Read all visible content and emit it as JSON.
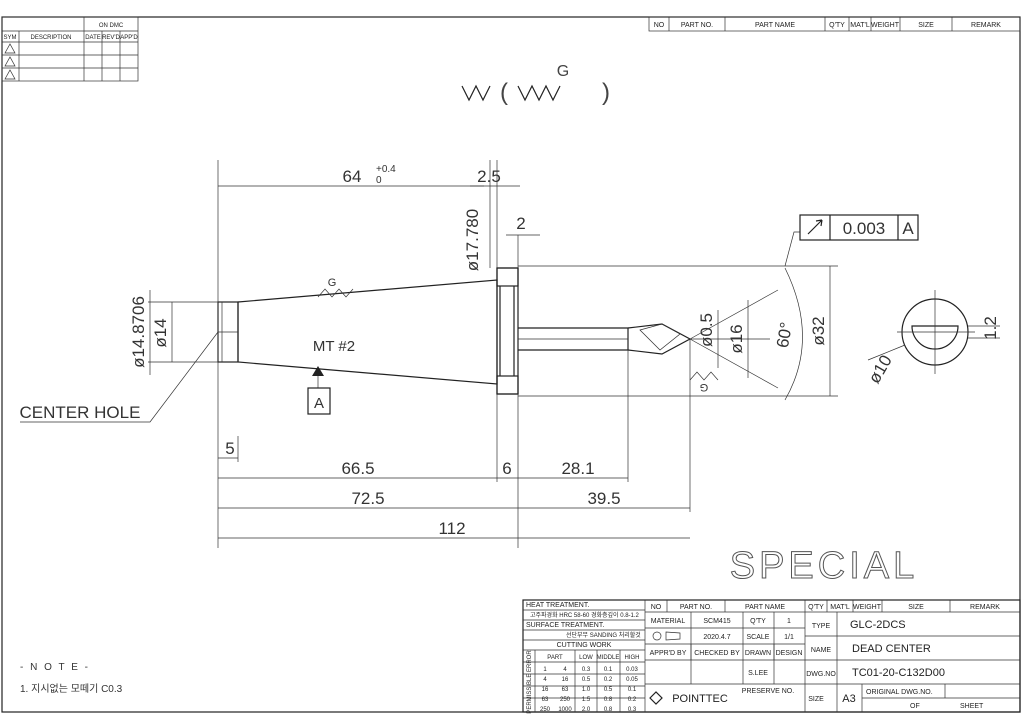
{
  "rev_table": {
    "header": "ON DMC",
    "cols": [
      "SYM",
      "DESCRIPTION",
      "DATE",
      "REV'D",
      "APP'D"
    ]
  },
  "parts_header_top": {
    "cols": [
      "NO",
      "PART NO.",
      "PART NAME",
      "Q'TY",
      "MAT'L",
      "WEIGHT",
      "SIZE",
      "REMARK"
    ]
  },
  "surface_finish": {
    "left": "▽▽( ▽▽▽ )",
    "label": "G"
  },
  "dims": {
    "d64": "64",
    "d64_tol_plus": "+0.4",
    "d64_tol_minus": "0",
    "d2_5": "2.5",
    "d17_780": "ø17.780",
    "d2": "2",
    "d14_8706": "ø14.8706",
    "d14": "ø14",
    "dG_finish": "G",
    "mt_label": "MT #2",
    "datum_a": "A",
    "center_hole": "CENTER HOLE",
    "d5": "5",
    "d66_5": "66.5",
    "d6": "6",
    "d28_1": "28.1",
    "d72_5": "72.5",
    "d39_5": "39.5",
    "d112": "112",
    "d0_5": "ø0.5",
    "d16": "ø16",
    "d60": "60°",
    "d32": "ø32",
    "runout_value": "0.003",
    "runout_datum": "A",
    "d10": "ø10",
    "d1_2": "1.2",
    "g_finish2": "G"
  },
  "special": "SPECIAL",
  "notes": {
    "title": "- N O T E -",
    "line1": "1. 지시없는 모떼기 C0.3"
  },
  "title_block": {
    "heat_treatment_label": "HEAT TREATMENT.",
    "heat_treatment_value": "고주파경화 HRC 58-60 경화층깊이 0.8-1.2",
    "surface_treatment_label": "SURFACE TREATMENT.",
    "surface_treatment_value": "선단부무 SANDING 처리할것",
    "cutting_work": "CUTTING WORK",
    "cw_cols": [
      "PART",
      "LOW",
      "MIDDLE",
      "HIGH"
    ],
    "cw_rows": [
      [
        "1",
        "4",
        "0.3",
        "0.1",
        "0.03"
      ],
      [
        "4",
        "16",
        "0.5",
        "0.2",
        "0.05"
      ],
      [
        "16",
        "63",
        "1.0",
        "0.5",
        "0.1"
      ],
      [
        "63",
        "250",
        "1.5",
        "0.8",
        "0.2"
      ],
      [
        "250",
        "1000",
        "2.0",
        "0.8",
        "0.3"
      ]
    ],
    "tolerance_side": "PERMISSIBLE ERROR",
    "no": "NO",
    "part_no": "PART NO.",
    "part_name": "PART NAME",
    "qty": "Q'TY",
    "matl": "MAT'L",
    "weight": "WEIGHT",
    "size": "SIZE",
    "remark": "REMARK",
    "material_label": "MATERIAL",
    "material_value": "SCM415",
    "qty_label": "Q'TY",
    "qty_value": "1",
    "date_value": "2020.4.7",
    "scale_label": "SCALE",
    "scale_value": "1/1",
    "apprd_by": "APPR'D BY",
    "checked_by": "CHECKED BY",
    "drawn": "DRAWN",
    "design": "DESIGN",
    "drawn_name": "S.LEE",
    "type_label": "TYPE",
    "type_value": "GLC-2DCS",
    "name_label": "NAME",
    "name_value": "DEAD CENTER",
    "dwgno_label": "DWG.NO",
    "dwgno_value": "TC01-20-C132D00",
    "company": "POINTTEC",
    "preserve_no": "PRESERVE NO.",
    "size_label": "SIZE",
    "size_value": "A3",
    "original_dwg": "ORIGINAL DWG.NO.",
    "of": "OF",
    "sheet": "SHEET"
  }
}
